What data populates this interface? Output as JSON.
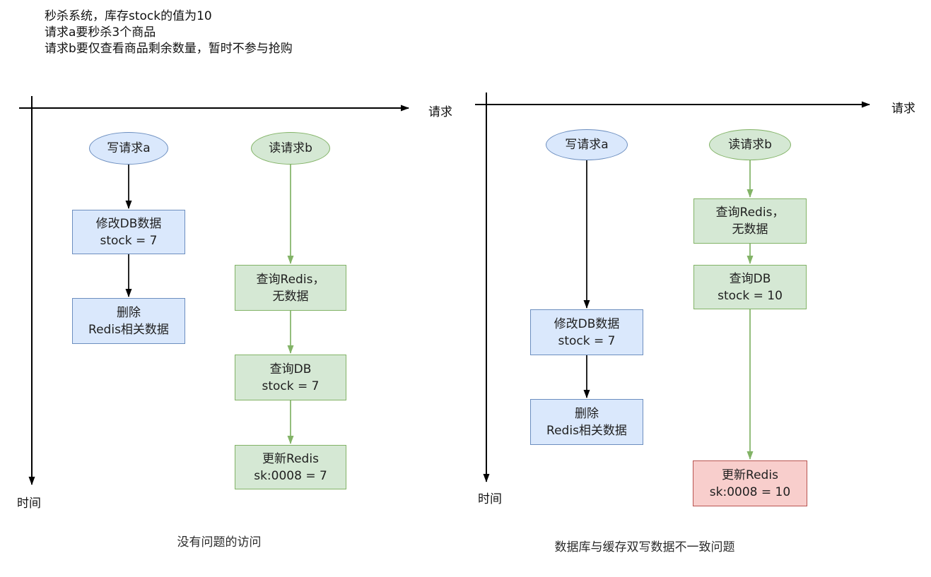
{
  "description": {
    "line1": "秒杀系统，库存stock的值为10",
    "line2": "请求a要秒杀3个商品",
    "line3": "请求b要仅查看商品剩余数量，暂时不参与抢购"
  },
  "colors": {
    "blue_fill": "#dae8fc",
    "blue_stroke": "#6c8ebf",
    "green_fill": "#d5e8d4",
    "green_stroke": "#82b366",
    "red_fill": "#f8cecc",
    "red_stroke": "#b85450",
    "line_black": "#000000"
  },
  "left_diagram": {
    "axis_x_label": "请求",
    "axis_y_label": "时间",
    "caption": "没有问题的访问",
    "write_request": {
      "label": "写请求a"
    },
    "read_request": {
      "label": "读请求b"
    },
    "write_steps": [
      {
        "line1": "修改DB数据",
        "line2": "stock = 7"
      },
      {
        "line1": "删除",
        "line2": "Redis相关数据"
      }
    ],
    "read_steps": [
      {
        "line1": "查询Redis，",
        "line2": "无数据"
      },
      {
        "line1": "查询DB",
        "line2": "stock = 7"
      },
      {
        "line1": "更新Redis",
        "line2": "sk:0008 = 7"
      }
    ]
  },
  "right_diagram": {
    "axis_x_label": "请求",
    "axis_y_label": "时间",
    "caption": "数据库与缓存双写数据不一致问题",
    "write_request": {
      "label": "写请求a"
    },
    "read_request": {
      "label": "读请求b"
    },
    "write_steps": [
      {
        "line1": "修改DB数据",
        "line2": "stock = 7"
      },
      {
        "line1": "删除",
        "line2": "Redis相关数据"
      }
    ],
    "read_steps": [
      {
        "line1": "查询Redis，",
        "line2": "无数据"
      },
      {
        "line1": "查询DB",
        "line2": "stock = 10"
      },
      {
        "line1": "更新Redis",
        "line2": "sk:0008 = 10",
        "status": "inconsistent"
      }
    ]
  }
}
